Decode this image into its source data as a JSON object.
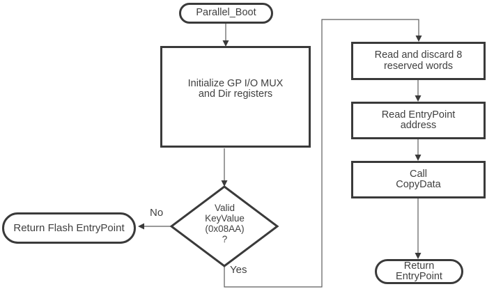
{
  "diagram": {
    "type": "flowchart",
    "colors": {
      "background": "#ffffff",
      "shape_border": "#3a3a3a",
      "connector_line": "#5c5c5c",
      "arrowhead": "#3a3a3a",
      "text": "#3f3f3f"
    },
    "nodes": {
      "start": {
        "shape": "terminator",
        "lines": [
          "Parallel_Boot"
        ]
      },
      "init": {
        "shape": "process",
        "lines": [
          "Initialize GP I/O MUX",
          "and Dir registers"
        ]
      },
      "decision": {
        "shape": "decision",
        "lines": [
          "Valid",
          "KeyValue",
          "(0x08AA)",
          "?"
        ]
      },
      "return_flash": {
        "shape": "terminator",
        "lines": [
          "Return Flash EntryPoint"
        ]
      },
      "read_discard": {
        "shape": "process",
        "lines": [
          "Read and discard 8",
          "reserved words"
        ]
      },
      "read_entrypoint": {
        "shape": "process",
        "lines": [
          "Read EntryPoint",
          "address"
        ]
      },
      "call_copydata": {
        "shape": "process",
        "lines": [
          "Call",
          "CopyData"
        ]
      },
      "return_entrypoint": {
        "shape": "terminator",
        "lines": [
          "Return",
          "EntryPoint"
        ]
      }
    },
    "edge_labels": {
      "no": "No",
      "yes": "Yes"
    }
  }
}
